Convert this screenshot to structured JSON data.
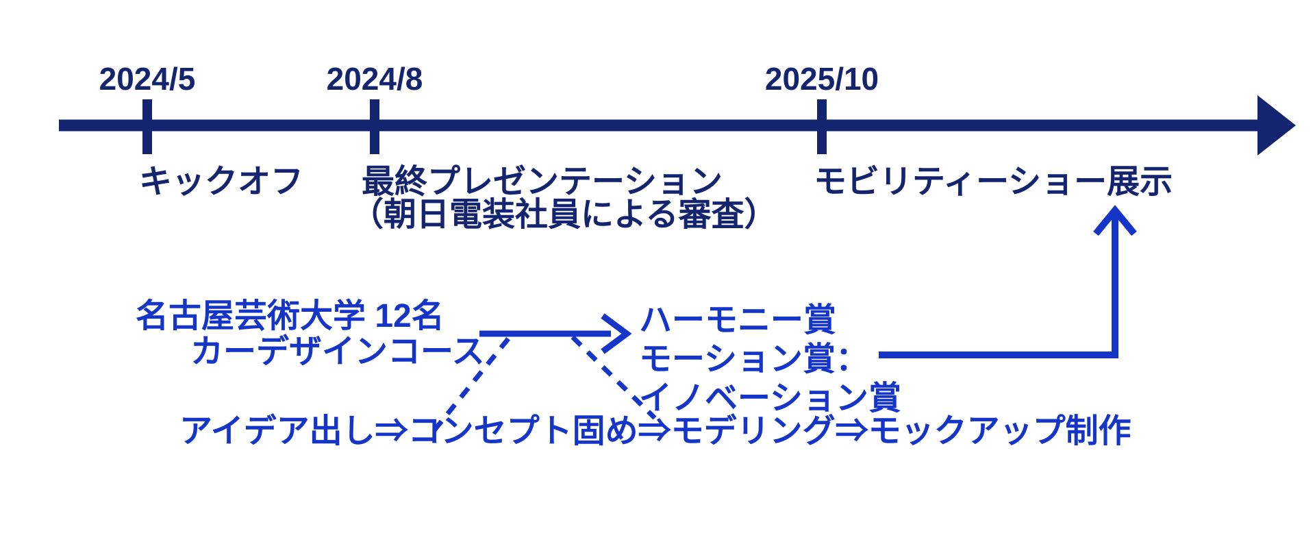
{
  "colors": {
    "navy": "#14246E",
    "blue": "#1535C8",
    "background": "#FFFFFF"
  },
  "timeline": {
    "milestones": [
      {
        "date": "2024/5",
        "label": "キックオフ"
      },
      {
        "date": "2024/8",
        "label": "最終プレゼンテーション",
        "sublabel": "（朝日電装社員による審査）"
      },
      {
        "date": "2025/10",
        "label": "モビリティーショー展示"
      }
    ]
  },
  "team": {
    "line1": "名古屋芸術大学 12名",
    "line2": "カーデザインコース"
  },
  "awards": {
    "line1": "ハーモニー賞",
    "line2": "モーション賞：",
    "line3": "イノベーション賞"
  },
  "process": {
    "text": "アイデア出し⇒コンセプト固め⇒モデリング⇒モックアップ制作"
  }
}
